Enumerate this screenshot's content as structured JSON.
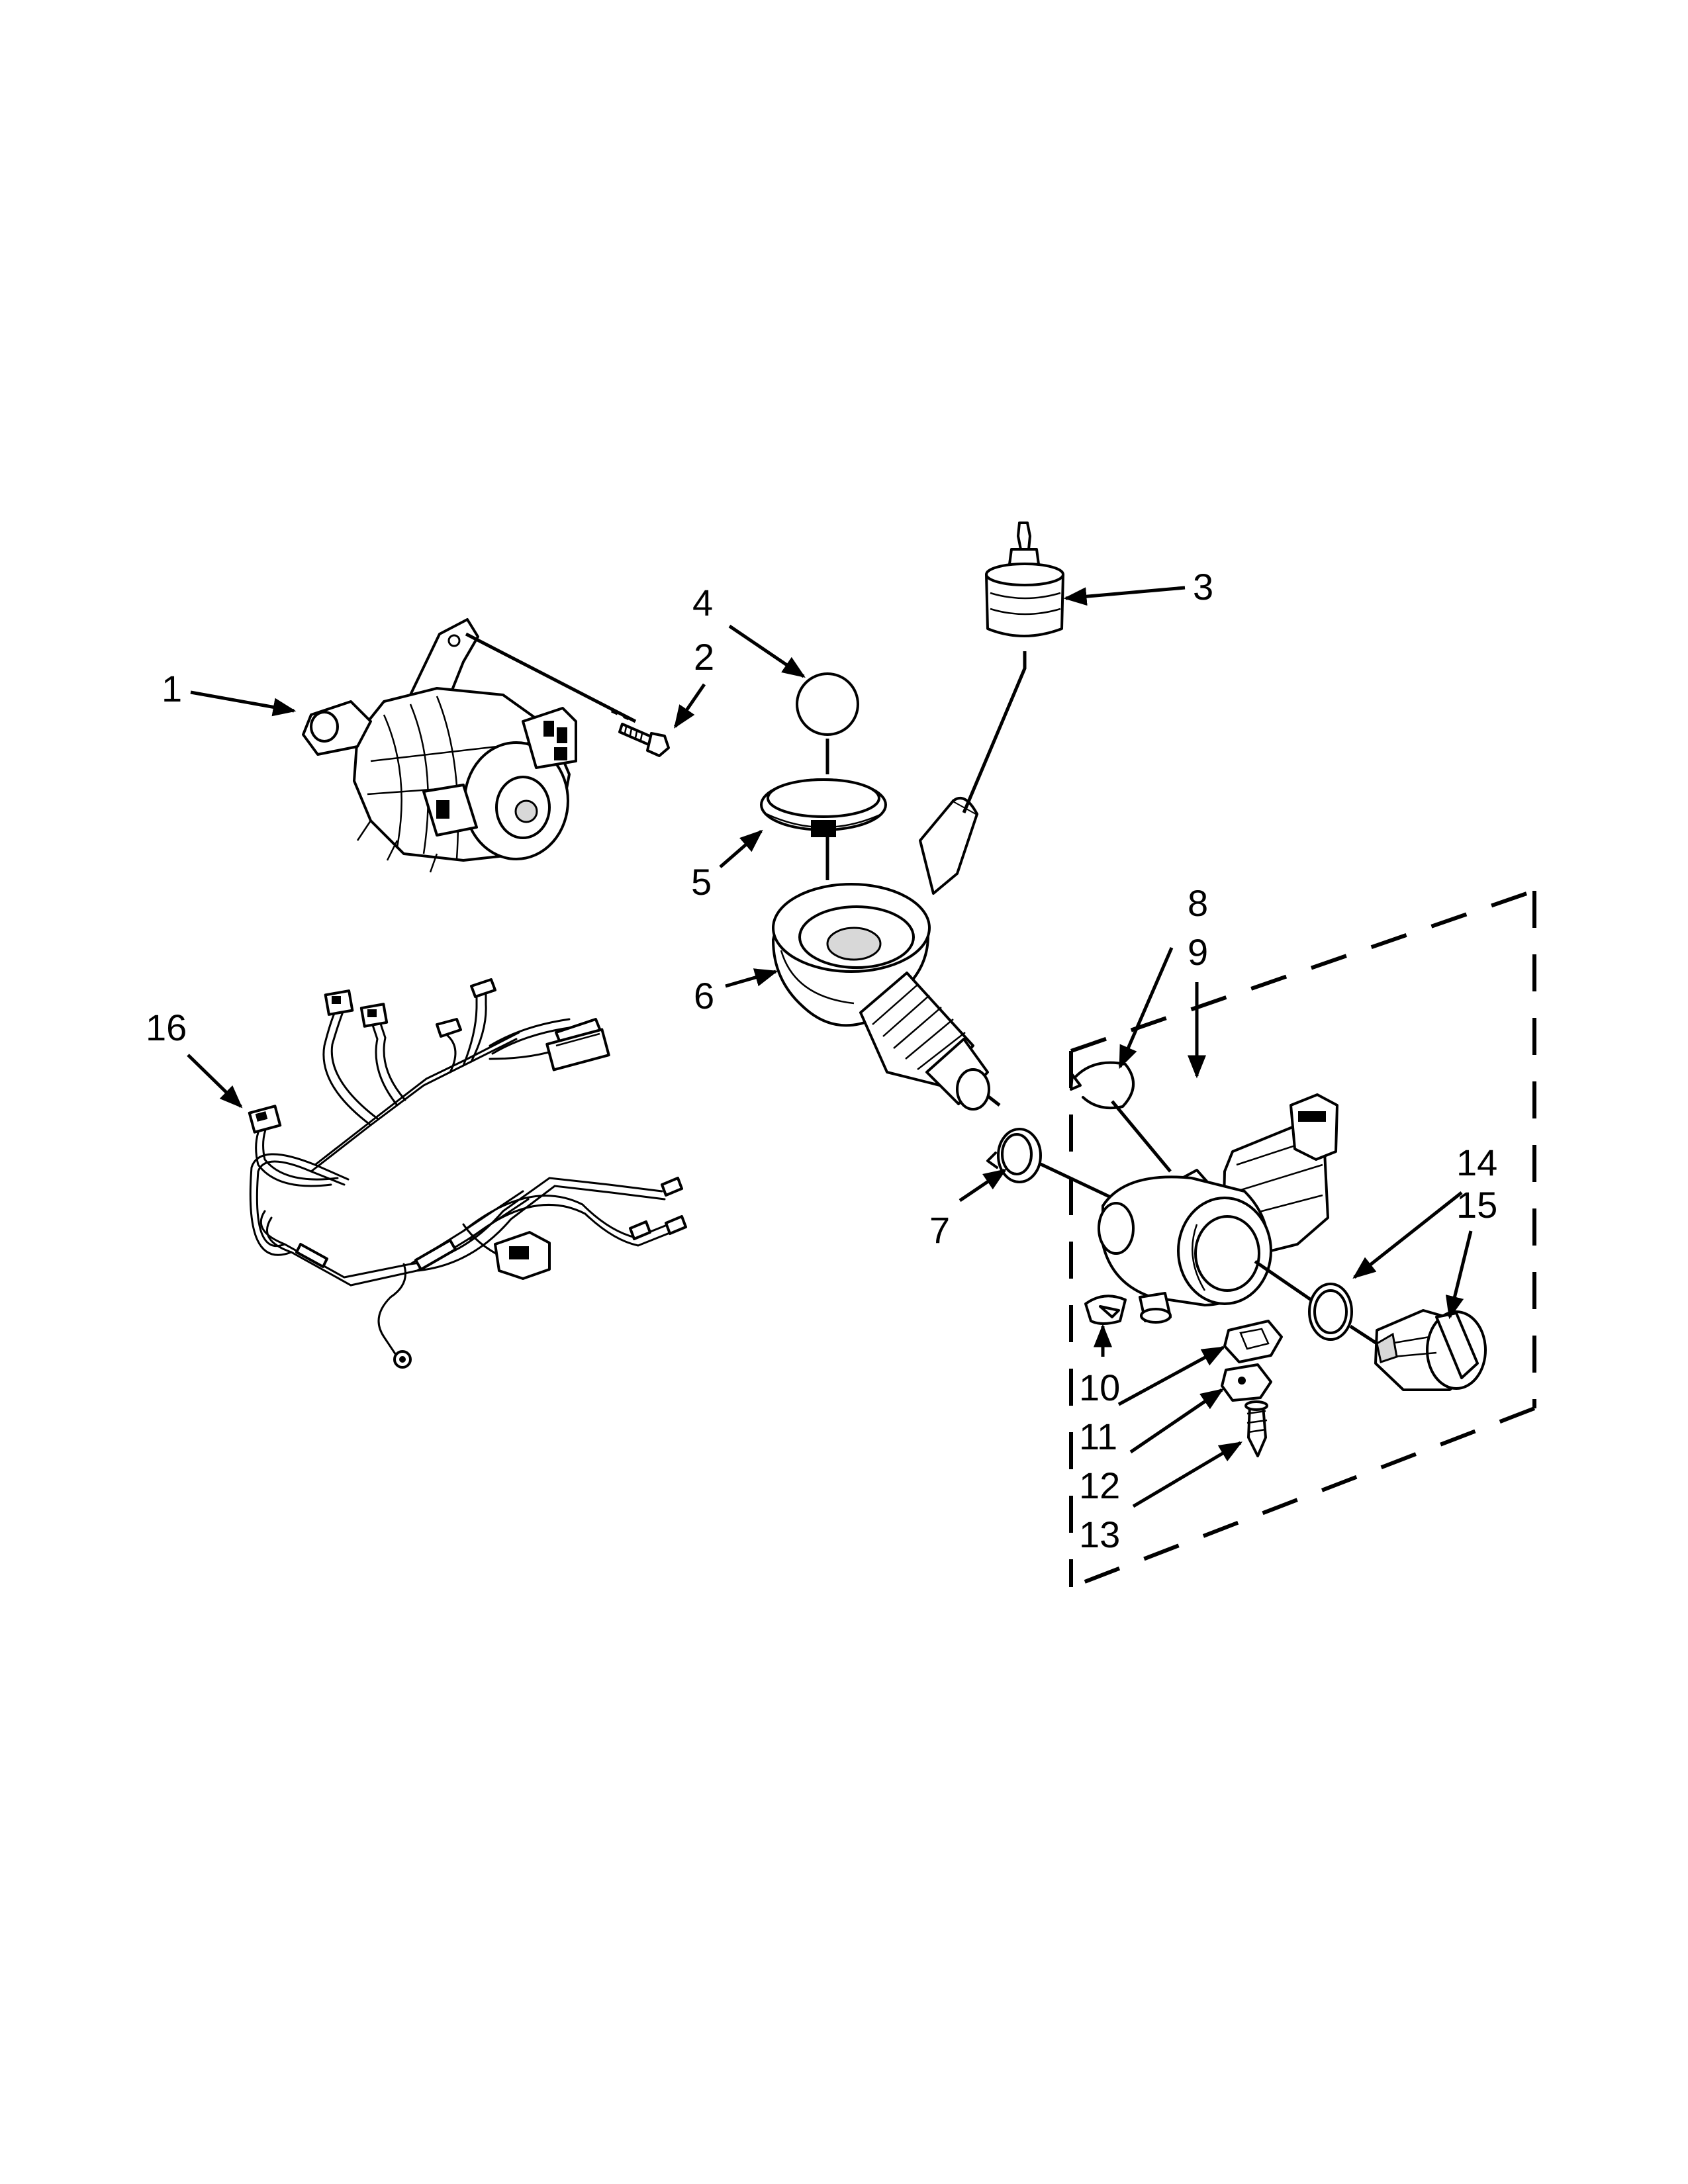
{
  "callouts": {
    "c1": "1",
    "c2": "2",
    "c3": "3",
    "c4": "4",
    "c5": "5",
    "c6": "6",
    "c7": "7",
    "c8": "8",
    "c9": "9",
    "c10": "10",
    "c11": "11",
    "c12": "12",
    "c13": "13",
    "c14": "14",
    "c15": "15",
    "c16": "16"
  },
  "colors": {
    "line": "#000000",
    "background": "#ffffff",
    "shade": "#d8d8d8"
  }
}
